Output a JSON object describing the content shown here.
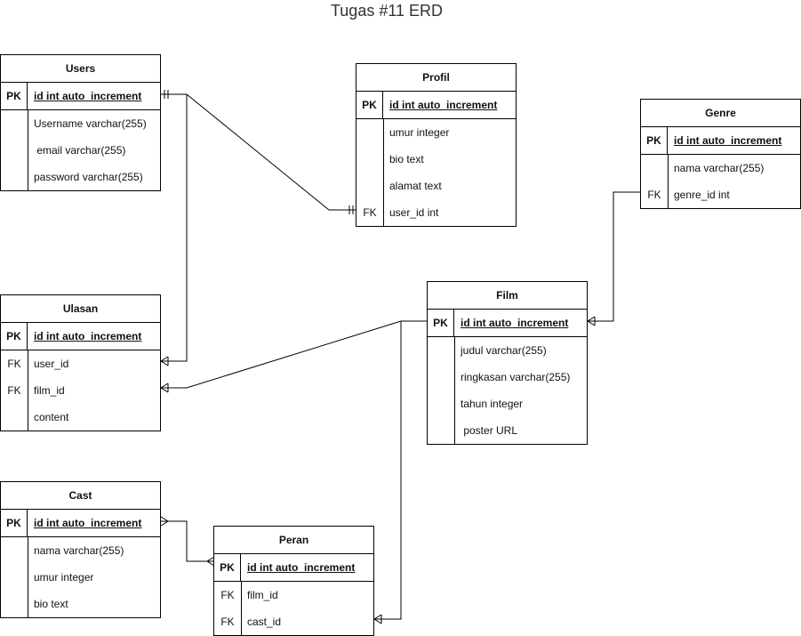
{
  "title": "Tugas #11 ERD",
  "entities": {
    "users": {
      "name": "Users",
      "pk": {
        "key": "PK",
        "attr": "id int auto_increment"
      },
      "rows": [
        {
          "key": "",
          "attr": "Username varchar(255)"
        },
        {
          "key": "",
          "attr": " email varchar(255)"
        },
        {
          "key": "",
          "attr": "password varchar(255)"
        }
      ]
    },
    "profil": {
      "name": "Profil",
      "pk": {
        "key": "PK",
        "attr": "id int auto_increment"
      },
      "rows": [
        {
          "key": "",
          "attr": "umur integer"
        },
        {
          "key": "",
          "attr": "bio text"
        },
        {
          "key": "",
          "attr": "alamat text"
        },
        {
          "key": "FK",
          "attr": "user_id int"
        }
      ]
    },
    "genre": {
      "name": "Genre",
      "pk": {
        "key": "PK",
        "attr": "id int auto_increment"
      },
      "rows": [
        {
          "key": "",
          "attr": "nama varchar(255)"
        },
        {
          "key": "FK",
          "attr": "genre_id int"
        }
      ]
    },
    "ulasan": {
      "name": "Ulasan",
      "pk": {
        "key": "PK",
        "attr": "id int auto_increment"
      },
      "rows": [
        {
          "key": "FK",
          "attr": "user_id"
        },
        {
          "key": "FK",
          "attr": "film_id"
        },
        {
          "key": "",
          "attr": "content"
        }
      ]
    },
    "film": {
      "name": "Film",
      "pk": {
        "key": "PK",
        "attr": "id int auto_increment"
      },
      "rows": [
        {
          "key": "",
          "attr": "judul varchar(255)"
        },
        {
          "key": "",
          "attr": "ringkasan varchar(255)"
        },
        {
          "key": "",
          "attr": "tahun integer"
        },
        {
          "key": "",
          "attr": " poster URL"
        }
      ]
    },
    "cast": {
      "name": "Cast",
      "pk": {
        "key": "PK",
        "attr": "id int auto_increment"
      },
      "rows": [
        {
          "key": "",
          "attr": "nama varchar(255)"
        },
        {
          "key": "",
          "attr": "umur integer"
        },
        {
          "key": "",
          "attr": "bio text"
        }
      ]
    },
    "peran": {
      "name": "Peran",
      "pk": {
        "key": "PK",
        "attr": "id int auto_increment"
      },
      "rows": [
        {
          "key": "FK",
          "attr": "film_id"
        },
        {
          "key": "FK",
          "attr": "cast_id"
        }
      ]
    }
  },
  "relationships": [
    {
      "from": "users.id",
      "to": "profil.user_id",
      "from_end": "one",
      "to_end": "one"
    },
    {
      "from": "users.id",
      "to": "ulasan.user_id",
      "from_end": "one",
      "to_end": "many"
    },
    {
      "from": "film.id",
      "to": "ulasan.film_id",
      "from_end": "one",
      "to_end": "many"
    },
    {
      "from": "genre.genre_id",
      "to": "film.id",
      "from_end": "one",
      "to_end": "many"
    },
    {
      "from": "cast.id",
      "to": "peran.id",
      "from_end": "many",
      "to_end": "many"
    },
    {
      "from": "film.id",
      "to": "peran.cast_id",
      "from_end": "one",
      "to_end": "many"
    }
  ]
}
